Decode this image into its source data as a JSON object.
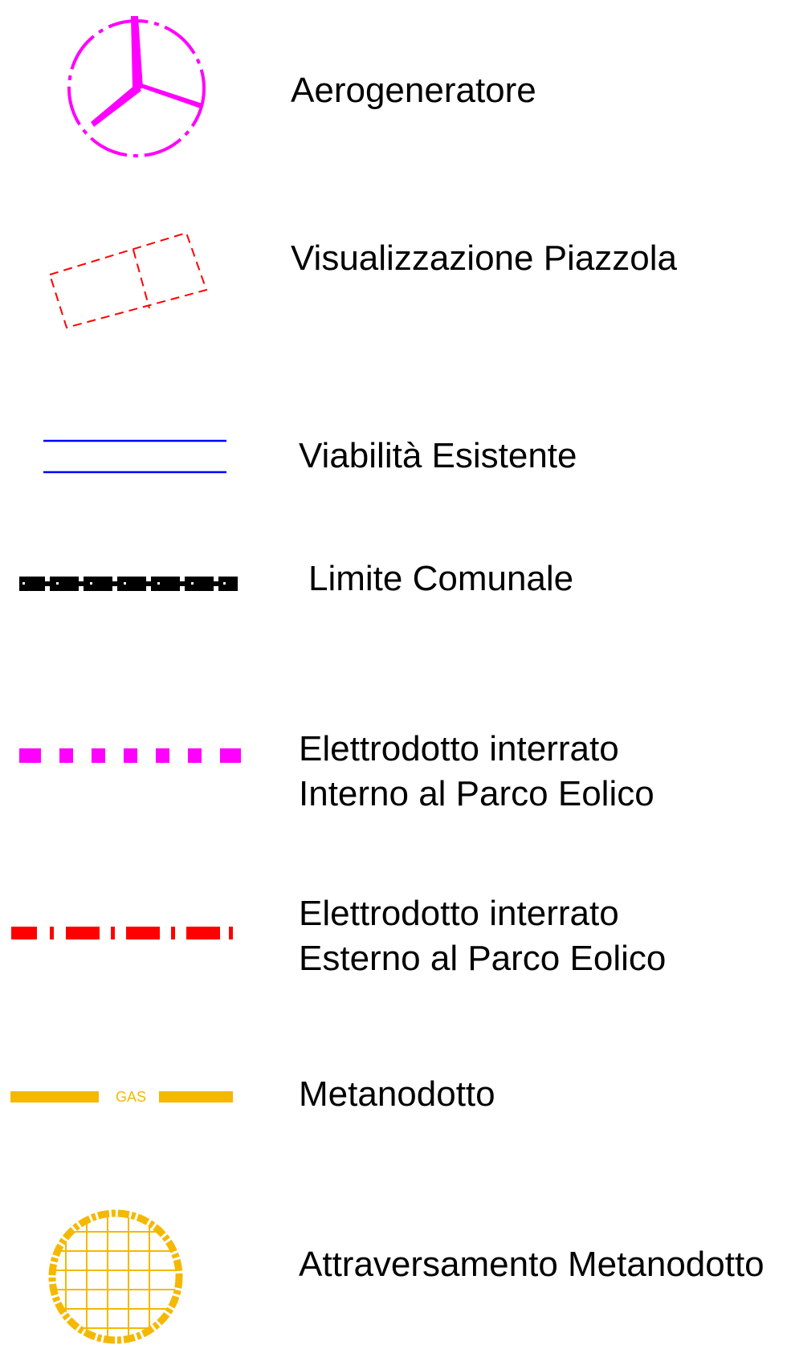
{
  "legend": {
    "items": [
      {
        "key": "aerogeneratore",
        "lines": [
          "Aerogeneratore"
        ],
        "symbol": "wind-turbine-icon",
        "color": "#ff00ff"
      },
      {
        "key": "piazzola",
        "lines": [
          "Visualizzazione Piazzola"
        ],
        "symbol": "pad-outline-icon",
        "color": "#ff0000"
      },
      {
        "key": "viabilita",
        "lines": [
          "Viabilità Esistente"
        ],
        "symbol": "double-line-icon",
        "color": "#0000ff"
      },
      {
        "key": "limite",
        "lines": [
          "Limite Comunale"
        ],
        "symbol": "boundary-line-icon",
        "color": "#000000"
      },
      {
        "key": "interno",
        "lines": [
          "Elettrodotto interrato",
          "Interno al Parco Eolico"
        ],
        "symbol": "dotted-line-icon",
        "color": "#ff00ff"
      },
      {
        "key": "esterno",
        "lines": [
          "Elettrodotto interrato",
          "Esterno al Parco Eolico"
        ],
        "symbol": "dash-dot-line-icon",
        "color": "#ff0000"
      },
      {
        "key": "metanodotto",
        "lines": [
          "Metanodotto"
        ],
        "symbol": "gas-line-icon",
        "color": "#f5b800",
        "symbol_text": "GAS"
      },
      {
        "key": "attraversamento",
        "lines": [
          "Attraversamento Metanodotto"
        ],
        "symbol": "grid-circle-icon",
        "color": "#f5b800"
      }
    ]
  }
}
